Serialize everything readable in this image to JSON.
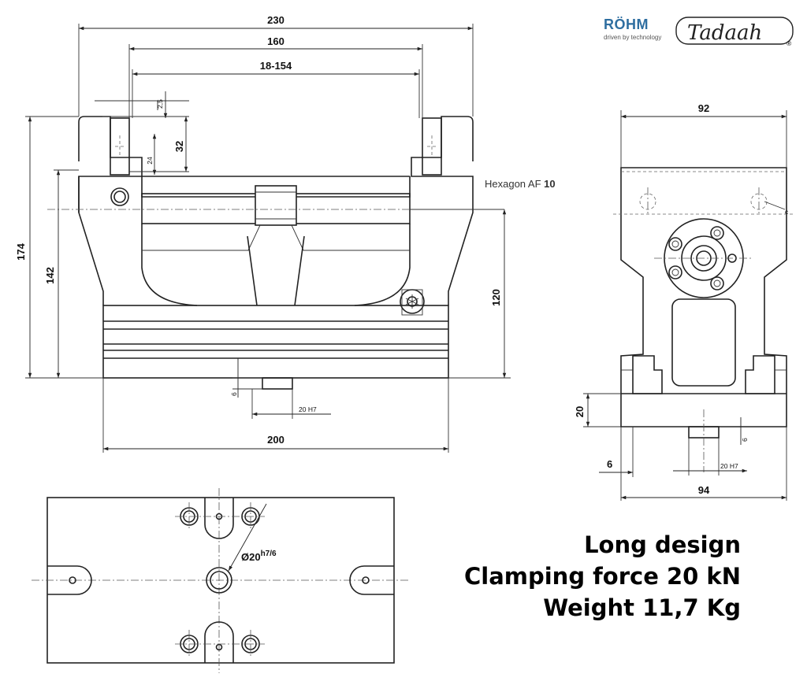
{
  "logos": {
    "brand_name": "RÖHM",
    "brand_tagline": "driven by technology",
    "partner_name": "Tadaah",
    "registered_mark": "®"
  },
  "front_view": {
    "dim_overall_width": "230",
    "dim_jaw_spacing": "160",
    "dim_clamping_range": "18-154",
    "dim_jaw_offset": "2,5",
    "dim_jaw_height": "32",
    "dim_jaw_depth": "24",
    "dim_overall_height": "174",
    "dim_body_height": "142",
    "dim_spindle_height": "120",
    "dim_base_width": "200",
    "dim_key_depth": "6",
    "dim_key_width": "20 H7",
    "hexagon_label": "Hexagon AF",
    "hexagon_size": "10"
  },
  "side_view": {
    "dim_top_width": "92",
    "dim_base_width": "94",
    "dim_base_height": "20",
    "dim_edge_offset": "6",
    "dim_key_depth": "6",
    "dim_key_width": "20 H7",
    "detail_letter": "c"
  },
  "bottom_view": {
    "bore_label": "Ø20",
    "bore_tolerance": "h7/6"
  },
  "specs": {
    "design": "Long design",
    "clamping_force": "Clamping force 20 kN",
    "weight": "Weight 11,7 Kg"
  }
}
